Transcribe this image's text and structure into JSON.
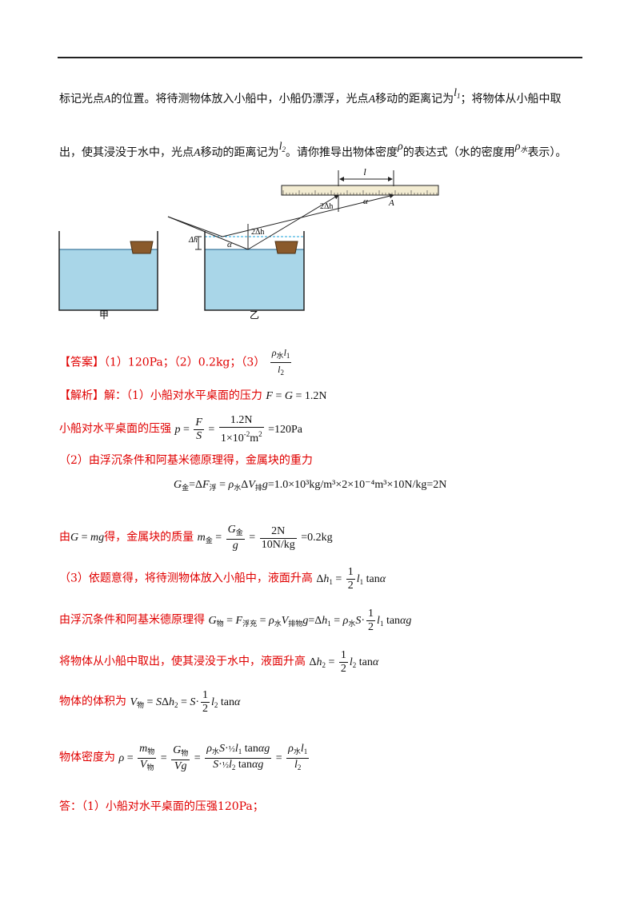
{
  "intro": {
    "line1_a": "标记光点",
    "line1_b": "的位置。将待测物体放入小船中，小船仍漂浮，光点",
    "line1_c": "移动的距离记为",
    "line1_d": "；将物体从小船中取",
    "line2_a": "出，使其浸没于水中，光点",
    "line2_b": "移动的距离记为",
    "line2_c": "。请你推导出物体密度",
    "line2_d": "的表达式（水的密度用",
    "line2_e": "表示）。",
    "A": "A",
    "l1": "l",
    "l1_sub": "1",
    "l2": "l",
    "l2_sub": "2",
    "rho": "ρ",
    "rho_water_sub": "水"
  },
  "figure": {
    "label_jia": "甲",
    "label_yi": "乙",
    "label_l": "l",
    "label_A": "A",
    "label_alpha": "α",
    "label_2dh_top": "2Δh",
    "label_2dh": "2Δh",
    "label_dh": "Δh"
  },
  "answer": {
    "tag": "【答案】",
    "p1": "（1）120Pa；",
    "p2": "（2）0.2kg；",
    "p3": "（3）"
  },
  "analysis": {
    "tag": "【解析】",
    "line1_text": "解：（1）小船对水平桌面的压力",
    "line1_formula": "F = G = 1.2N",
    "line2_text": "小船对水平桌面的压强",
    "line3_text": "（2）由浮沉条件和阿基米德原理得，金属块的重力",
    "line4_formula": "=1.0×10³kg/m³×2×10⁻⁴m³×10N/kg=2N",
    "line5_text_a": "由",
    "line5_text_b": "得，金属块的质量",
    "line6_text": "（3）依题意得，将待测物体放入小船中，液面升高",
    "line7_text": "由浮沉条件和阿基米德原理得",
    "line8_text": "将物体从小船中取出，使其浸没于水中，液面升高",
    "line9_text": "物体的体积为",
    "line10_text": "物体密度为",
    "conclusion": "答：（1）小船对水平桌面的压强120Pa；"
  }
}
